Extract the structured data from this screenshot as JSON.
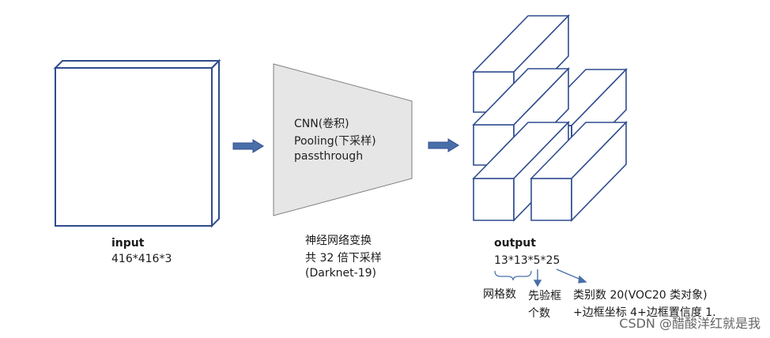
{
  "input": {
    "title": "input",
    "dims": "416*416*3"
  },
  "network": {
    "lines": [
      "CNN(卷积)",
      "Pooling(下采样)",
      "passthrough"
    ],
    "caption": [
      "神经网络变换",
      "共 32 倍下采样",
      "(Darknet-19)"
    ]
  },
  "output": {
    "title": "output",
    "dims": "13*13*5*25",
    "annotations": {
      "grid": "网格数",
      "anchor_line1": "先验框",
      "anchor_line2": "个数",
      "class_line1": "类别数 20(VOC20 类对象)",
      "class_line2": "+边框坐标 4+边框置信度 1."
    }
  },
  "watermark": "CSDN @醋酸洋红就是我",
  "colors": {
    "stroke": "#2f4b8f",
    "arrow": "#4a6fa8",
    "trapezoid_fill": "#e6e6e6",
    "trapezoid_stroke": "#7f7f7f"
  }
}
